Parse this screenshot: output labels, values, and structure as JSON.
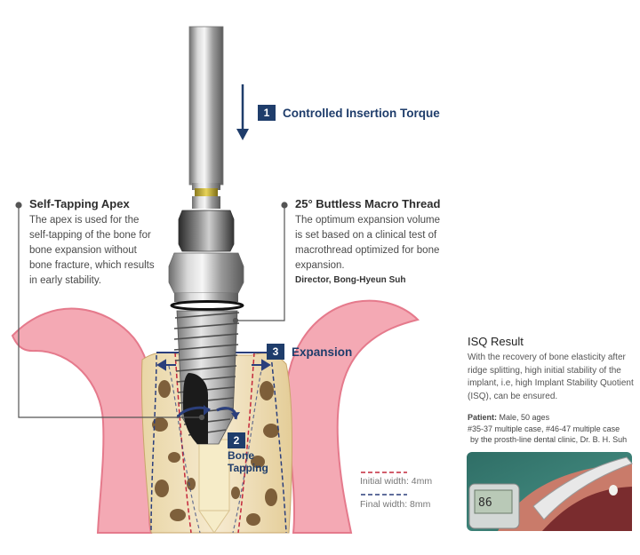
{
  "steps": [
    {
      "num": "1",
      "label": "Controlled Insertion Torque"
    },
    {
      "num": "2",
      "label_line1": "Bone",
      "label_line2": "Tapping"
    },
    {
      "num": "3",
      "label": "Expansion"
    }
  ],
  "self_tapping": {
    "title": "Self-Tapping Apex",
    "lines": [
      "The apex is used for the",
      "self-tapping of the bone for",
      "bone expansion without",
      "bone fracture, which results",
      "in early stability."
    ]
  },
  "buttless": {
    "title": "25° Buttless Macro Thread",
    "lines": [
      "The optimum expansion volume",
      "is set based on a clinical test of",
      "macrothread optimized for bone",
      "expansion."
    ],
    "author": "Director, Bong-Hyeun Suh"
  },
  "isq": {
    "title": "ISQ Result",
    "lines": [
      "With the recovery of bone elasticity after",
      "ridge splitting, high initial stability of the",
      "implant, i.e, high Implant Stability Quotient",
      "(ISQ), can be ensured."
    ],
    "patient_label": "Patient:",
    "patient_value": "Male, 50 ages",
    "case_line1": "#35-37 multiple case, #46-47 multiple case",
    "case_line2": "by the prosth-line dental clinic, Dr. B. H. Suh"
  },
  "legend": {
    "initial": "Initial width: 4mm",
    "final": "Final width: 8mm"
  },
  "colors": {
    "navy": "#1f3d6b",
    "gum": "#f4a9b4",
    "gum_edge": "#e57a8c",
    "bone": "#e9d6ad",
    "initial_line": "#c4283c",
    "final_line": "#2b3f7c"
  }
}
